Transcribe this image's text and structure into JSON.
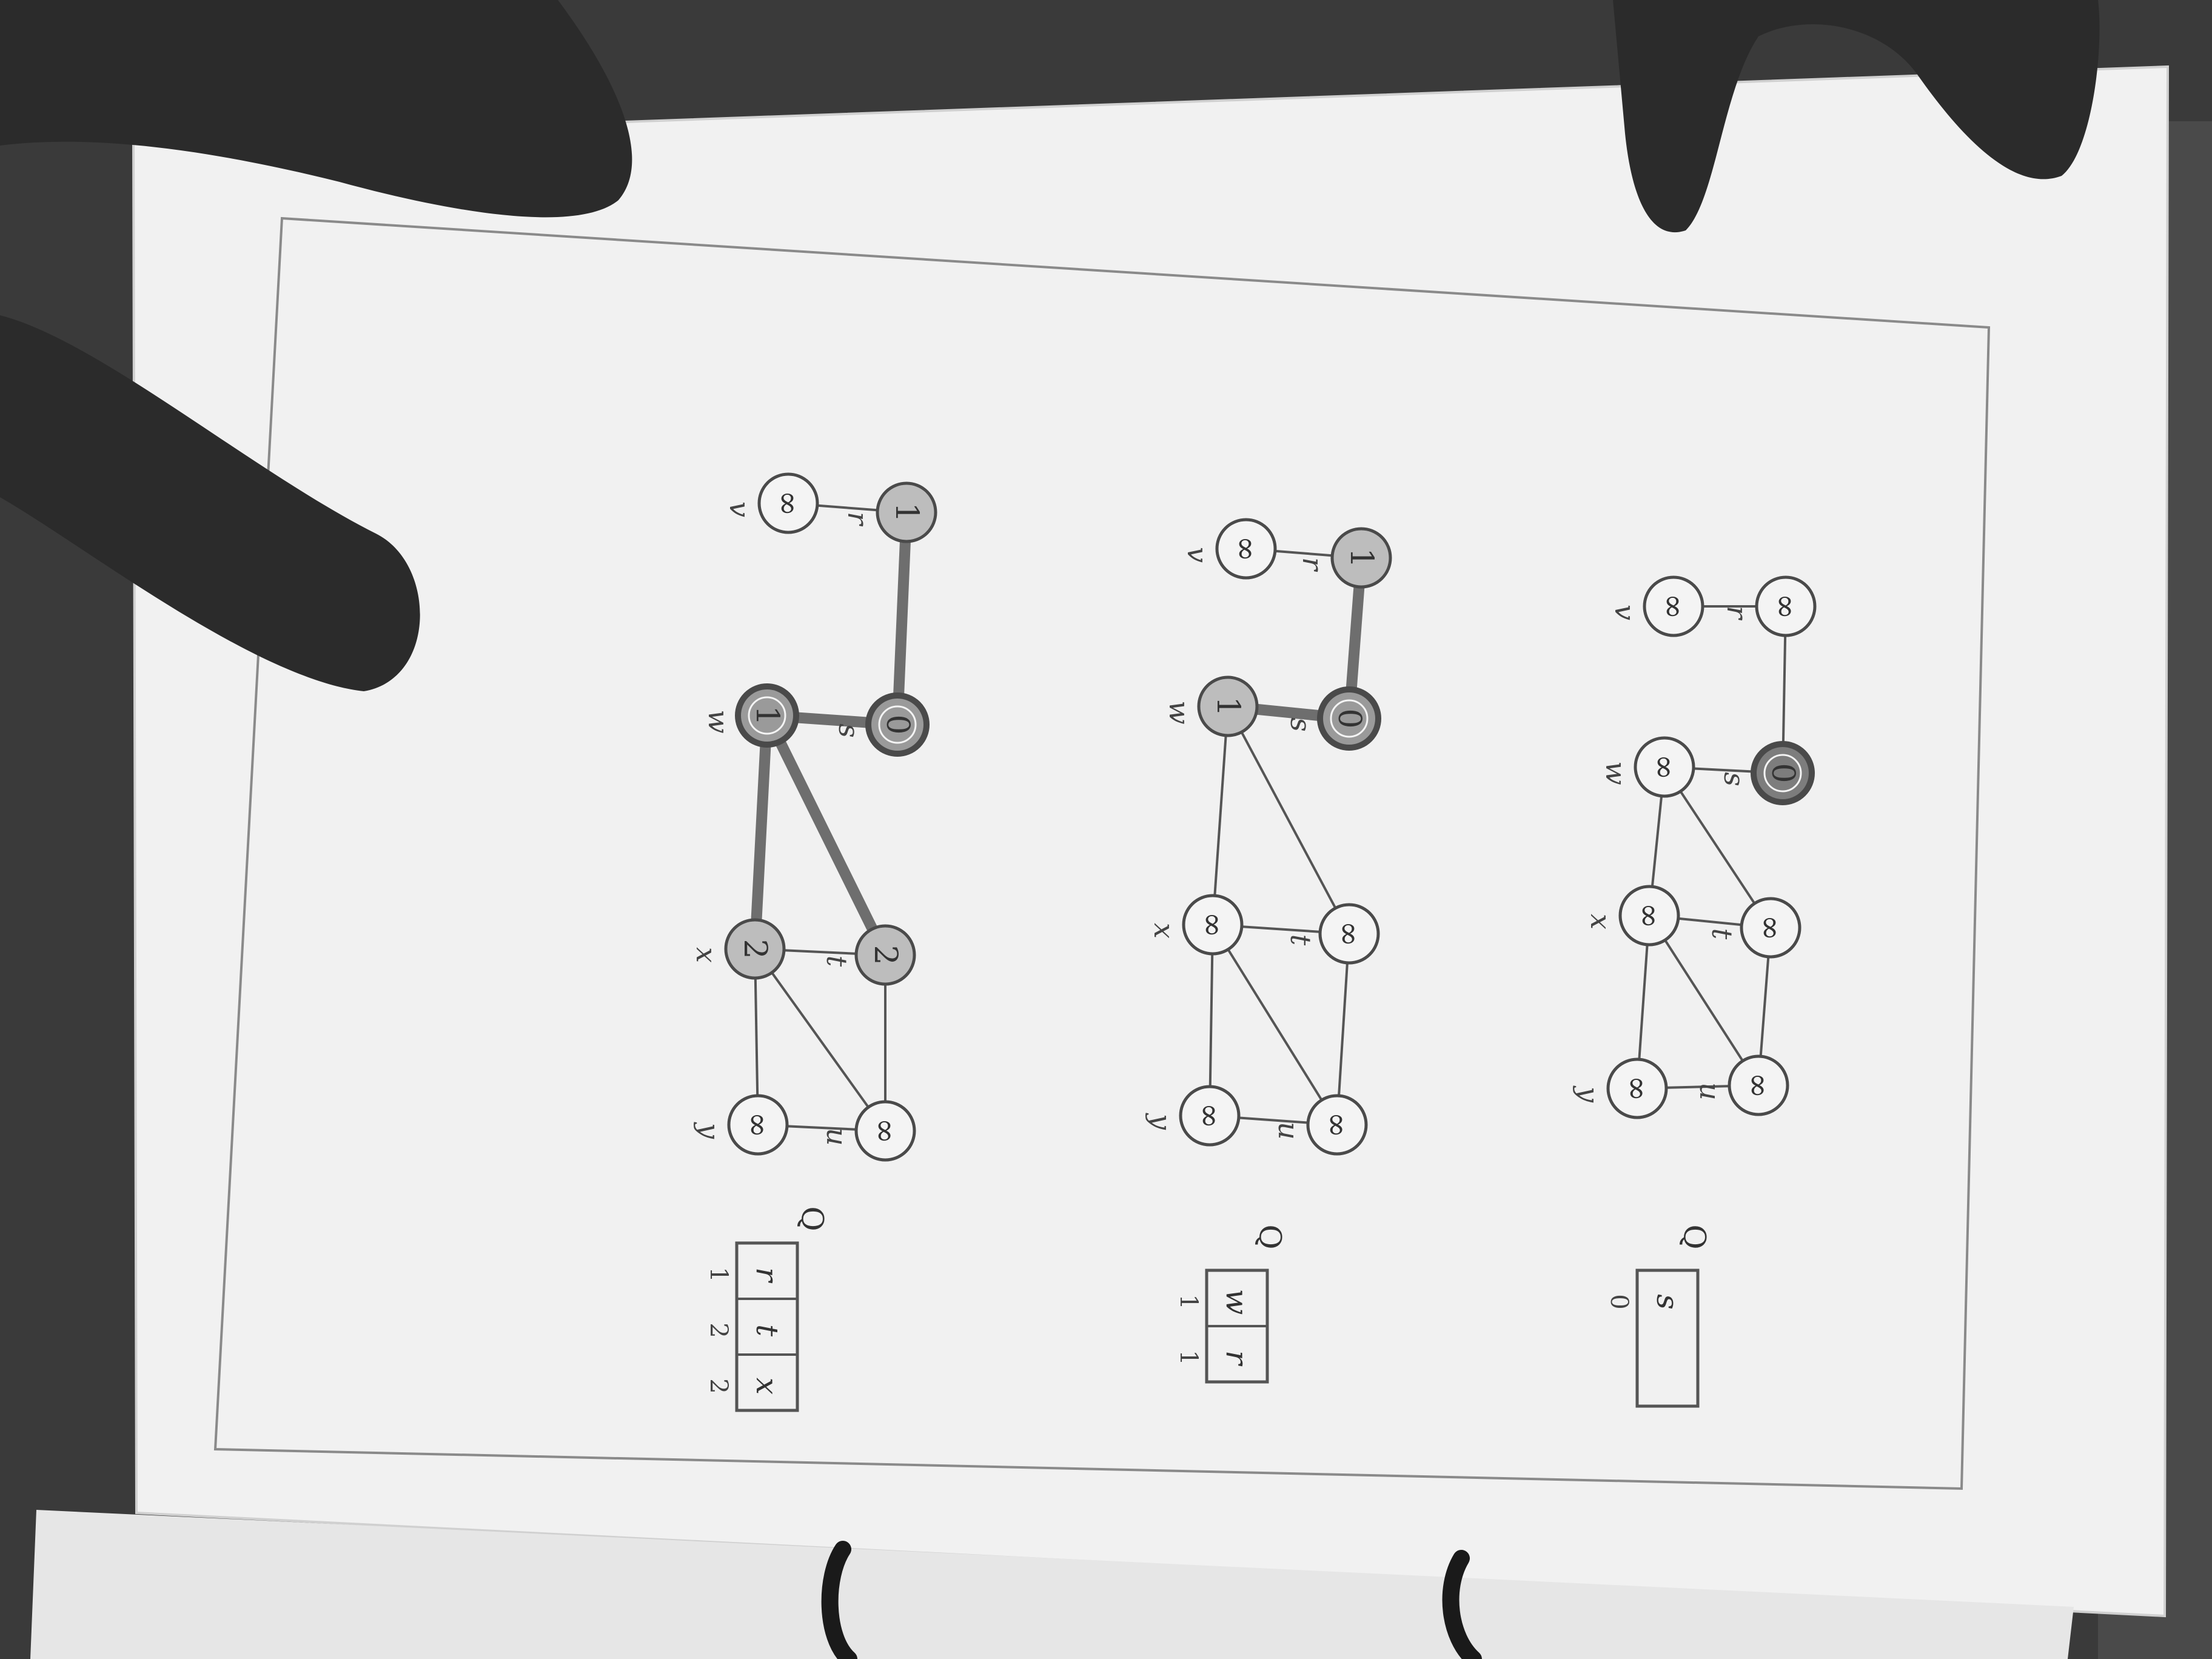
{
  "photo": {
    "subject": "hand-drawn BFS graph diagrams on a notebook page",
    "colors": {
      "paper": "#f1f1f1",
      "frame": "#8a8a8a",
      "ink": "#555555",
      "node_fill": "#f4f4f4",
      "node_visited": "#bdbdbd",
      "node_frontier": "#9a9a9a",
      "node_source": "#7d7d7d",
      "tree_edge": "#6e6e6e",
      "hand": "#2b2b2b",
      "background": "#3a3a3a",
      "binder_cord": "#1a1a1a"
    },
    "stages": [
      {
        "nodes": [
          {
            "id": "r",
            "label": "r",
            "value": "∞",
            "state": "unvisited"
          },
          {
            "id": "s",
            "label": "s",
            "value": "0",
            "state": "source"
          },
          {
            "id": "t",
            "label": "t",
            "value": "∞",
            "state": "unvisited"
          },
          {
            "id": "u",
            "label": "u",
            "value": "∞",
            "state": "unvisited"
          },
          {
            "id": "v",
            "label": "v",
            "value": "∞",
            "state": "unvisited"
          },
          {
            "id": "w",
            "label": "w",
            "value": "∞",
            "state": "unvisited"
          },
          {
            "id": "x",
            "label": "x",
            "value": "∞",
            "state": "unvisited"
          },
          {
            "id": "y",
            "label": "y",
            "value": "∞",
            "state": "unvisited"
          }
        ],
        "queue_label": "Q",
        "queue": [
          {
            "v": "s",
            "d": "0"
          }
        ]
      },
      {
        "nodes": [
          {
            "id": "r",
            "label": "r",
            "value": "1",
            "state": "visited"
          },
          {
            "id": "s",
            "label": "s",
            "value": "0",
            "state": "done"
          },
          {
            "id": "t",
            "label": "t",
            "value": "∞",
            "state": "unvisited"
          },
          {
            "id": "u",
            "label": "u",
            "value": "∞",
            "state": "unvisited"
          },
          {
            "id": "v",
            "label": "v",
            "value": "∞",
            "state": "unvisited"
          },
          {
            "id": "w",
            "label": "w",
            "value": "1",
            "state": "visited"
          },
          {
            "id": "x",
            "label": "x",
            "value": "∞",
            "state": "unvisited"
          },
          {
            "id": "y",
            "label": "y",
            "value": "∞",
            "state": "unvisited"
          }
        ],
        "queue_label": "Q",
        "queue": [
          {
            "v": "w",
            "d": "1"
          },
          {
            "v": "r",
            "d": "1"
          }
        ]
      },
      {
        "nodes": [
          {
            "id": "r",
            "label": "r",
            "value": "1",
            "state": "visited"
          },
          {
            "id": "s",
            "label": "s",
            "value": "0",
            "state": "done"
          },
          {
            "id": "t",
            "label": "t",
            "value": "2",
            "state": "visited"
          },
          {
            "id": "u",
            "label": "u",
            "value": "∞",
            "state": "unvisited"
          },
          {
            "id": "v",
            "label": "v",
            "value": "∞",
            "state": "unvisited"
          },
          {
            "id": "w",
            "label": "w",
            "value": "1",
            "state": "done"
          },
          {
            "id": "x",
            "label": "x",
            "value": "2",
            "state": "visited"
          },
          {
            "id": "y",
            "label": "y",
            "value": "∞",
            "state": "unvisited"
          }
        ],
        "queue_label": "Q",
        "queue": [
          {
            "v": "r",
            "d": "1"
          },
          {
            "v": "t",
            "d": "2"
          },
          {
            "v": "x",
            "d": "2"
          }
        ]
      }
    ]
  }
}
